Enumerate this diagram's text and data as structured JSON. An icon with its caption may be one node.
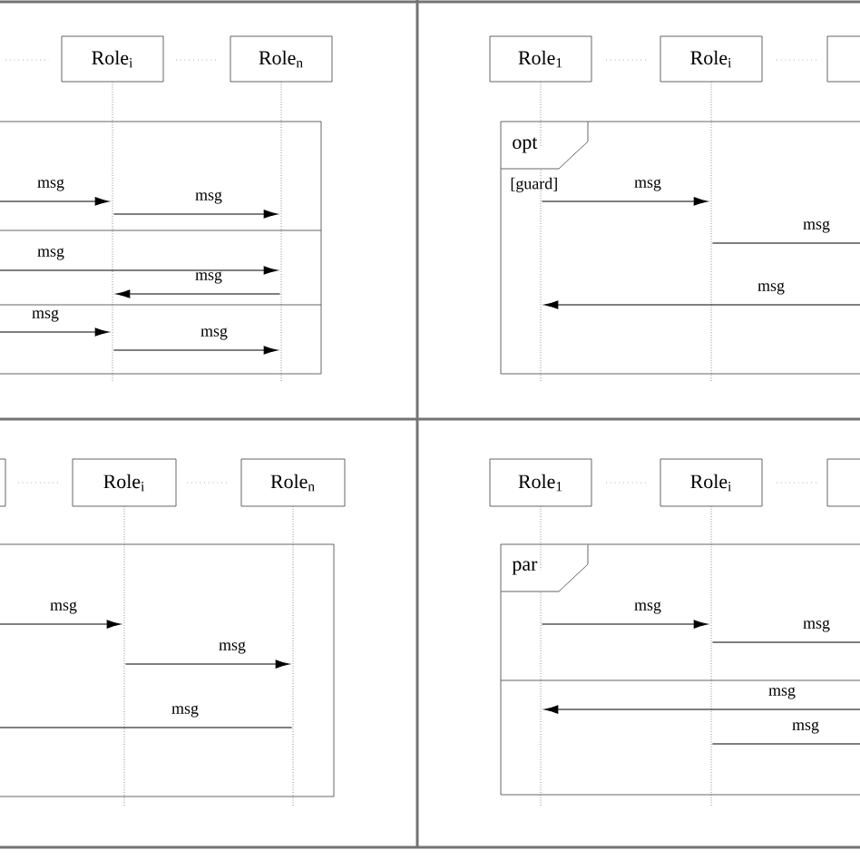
{
  "diagram": {
    "nodes": [
      {
        "text": [
          "Role$_{i}$"
        ]
      },
      {
        "text": [
          "Role$_{n}$"
        ]
      },
      {
        "text": [
          "Role$_{1}$"
        ]
      },
      {
        "text": [
          "Role$_{i}$"
        ]
      },
      {
        "text": [],
        "shape": "box"
      },
      {
        "text": [],
        "shape": "box"
      },
      {
        "text": [
          "Role$_{i}$"
        ]
      },
      {
        "text": [
          "Role$_{n}$"
        ]
      },
      {
        "text": [
          "Role$_{1}$"
        ]
      },
      {
        "text": [
          "Role$_{i}$"
        ]
      },
      {
        "text": [],
        "shape": "box"
      },
      {
        "text": [],
        "shape": "line"
      },
      {
        "text": [],
        "shape": "line"
      },
      {
        "text": [],
        "shape": "line"
      },
      {
        "text": [],
        "shape": "line"
      },
      {
        "text": [],
        "shape": "line"
      },
      {
        "text": [],
        "shape": "line"
      },
      {
        "text": [],
        "shape": "line"
      },
      {
        "text": [],
        "shape": "line"
      }
    ],
    "edges": [
      {
        "from": null,
        "to": 11,
        "arrow": "to",
        "label": "msg"
      },
      {
        "from": 11,
        "to": 12,
        "arrow": "to",
        "label": "msg"
      },
      {
        "from": null,
        "to": 12,
        "arrow": "to",
        "label": "msg"
      },
      {
        "from": 12,
        "to": 11,
        "arrow": "to",
        "label": "msg"
      },
      {
        "from": null,
        "to": 11,
        "arrow": "to",
        "label": "msg"
      },
      {
        "from": 11,
        "to": 12,
        "arrow": "to",
        "label": "msg"
      },
      {
        "from": 13,
        "to": 14,
        "arrow": "to",
        "label": "msg"
      },
      {
        "from": 14,
        "to": null,
        "arrow": "none",
        "label": "msg"
      },
      {
        "from": null,
        "to": 13,
        "arrow": "to",
        "label": "msg"
      },
      {
        "from": null,
        "to": 15,
        "arrow": "to",
        "label": "msg"
      },
      {
        "from": 15,
        "to": 16,
        "arrow": "to",
        "label": "msg"
      },
      {
        "from": null,
        "to": 16,
        "arrow": "none",
        "label": "msg"
      },
      {
        "from": 17,
        "to": 18,
        "arrow": "to",
        "label": "msg"
      },
      {
        "from": 18,
        "to": null,
        "arrow": "none",
        "label": "msg"
      },
      {
        "from": null,
        "to": 17,
        "arrow": "to",
        "label": "msg"
      },
      {
        "from": 18,
        "to": null,
        "arrow": "none",
        "label": "msg"
      }
    ],
    "labels": [
      "opt",
      "[guard]",
      "par"
    ]
  }
}
